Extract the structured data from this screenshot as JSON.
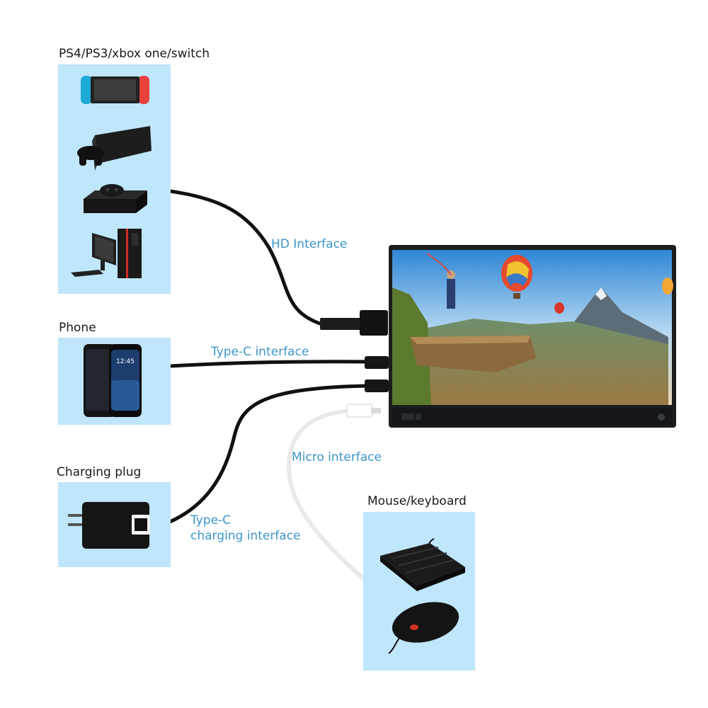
{
  "groups": {
    "consoles": {
      "title": "PS4/PS3/xbox one/switch"
    },
    "phone": {
      "title": "Phone"
    },
    "charger": {
      "title": "Charging plug"
    },
    "peripherals": {
      "title": "Mouse/keyboard"
    }
  },
  "cables": {
    "hd": {
      "label": "HD Interface"
    },
    "type_c": {
      "label": "Type-C interface"
    },
    "micro": {
      "label": "Micro interface"
    },
    "charging": {
      "label_line1": "Type-C",
      "label_line2": "charging interface"
    }
  },
  "colors": {
    "panel_bg": "#bfe6fb",
    "label_blue": "#3b95c8",
    "cable_black": "#111111",
    "cable_white": "#e9e9e9"
  },
  "icons": [
    "switch-icon",
    "ps3-icon",
    "xbox-one-icon",
    "desktop-pc-icon",
    "smartphone-icon",
    "charger-icon",
    "keyboard-icon",
    "mouse-icon",
    "portable-monitor-icon"
  ]
}
